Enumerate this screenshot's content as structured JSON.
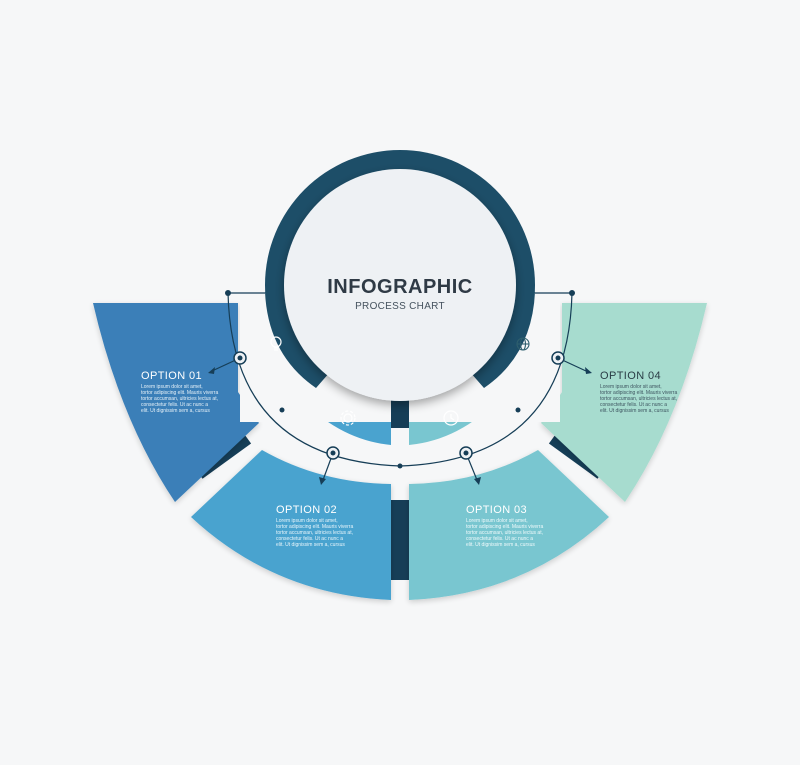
{
  "center": {
    "title": "INFOGRAPHIC",
    "subtitle": "PROCESS CHART"
  },
  "colors": {
    "background": "#f6f7f8",
    "opt1": "#3a7fb8",
    "opt2": "#4aa3cf",
    "opt3": "#79c6d0",
    "opt4": "#a7dccf",
    "dark": "#163e57",
    "ring": "#1d4e68"
  },
  "options": [
    {
      "title": "OPTION 01",
      "icon": "lightbulb-icon",
      "text": [
        "Lorem ipsum dolor sit amet,",
        "tortor adipiscing elit. Mauris viverra",
        "tortor accumsan, ultricies lectus at,",
        "consectetur felis. Ut ac nunc a",
        "elit. Ut dignissim sem a, cursus"
      ]
    },
    {
      "title": "OPTION 02",
      "icon": "gear-icon",
      "text": [
        "Lorem ipsum dolor sit amet,",
        "tortor adipiscing elit. Mauris viverra",
        "tortor accumsan, ultricies lectus at,",
        "consectetur felis. Ut ac nunc a",
        "elit. Ut dignissim sem a, cursus"
      ]
    },
    {
      "title": "OPTION 03",
      "icon": "clock-icon",
      "text": [
        "Lorem ipsum dolor sit amet,",
        "tortor adipiscing elit. Mauris viverra",
        "tortor accumsan, ultricies lectus at,",
        "consectetur felis. Ut ac nunc a",
        "elit. Ut dignissim sem a, cursus"
      ]
    },
    {
      "title": "OPTION 04",
      "icon": "globe-icon",
      "text": [
        "Lorem ipsum dolor sit amet,",
        "tortor adipiscing elit. Mauris viverra",
        "tortor accumsan, ultricies lectus at,",
        "consectetur felis. Ut ac nunc a",
        "elit. Ut dignissim sem a, cursus"
      ]
    }
  ]
}
